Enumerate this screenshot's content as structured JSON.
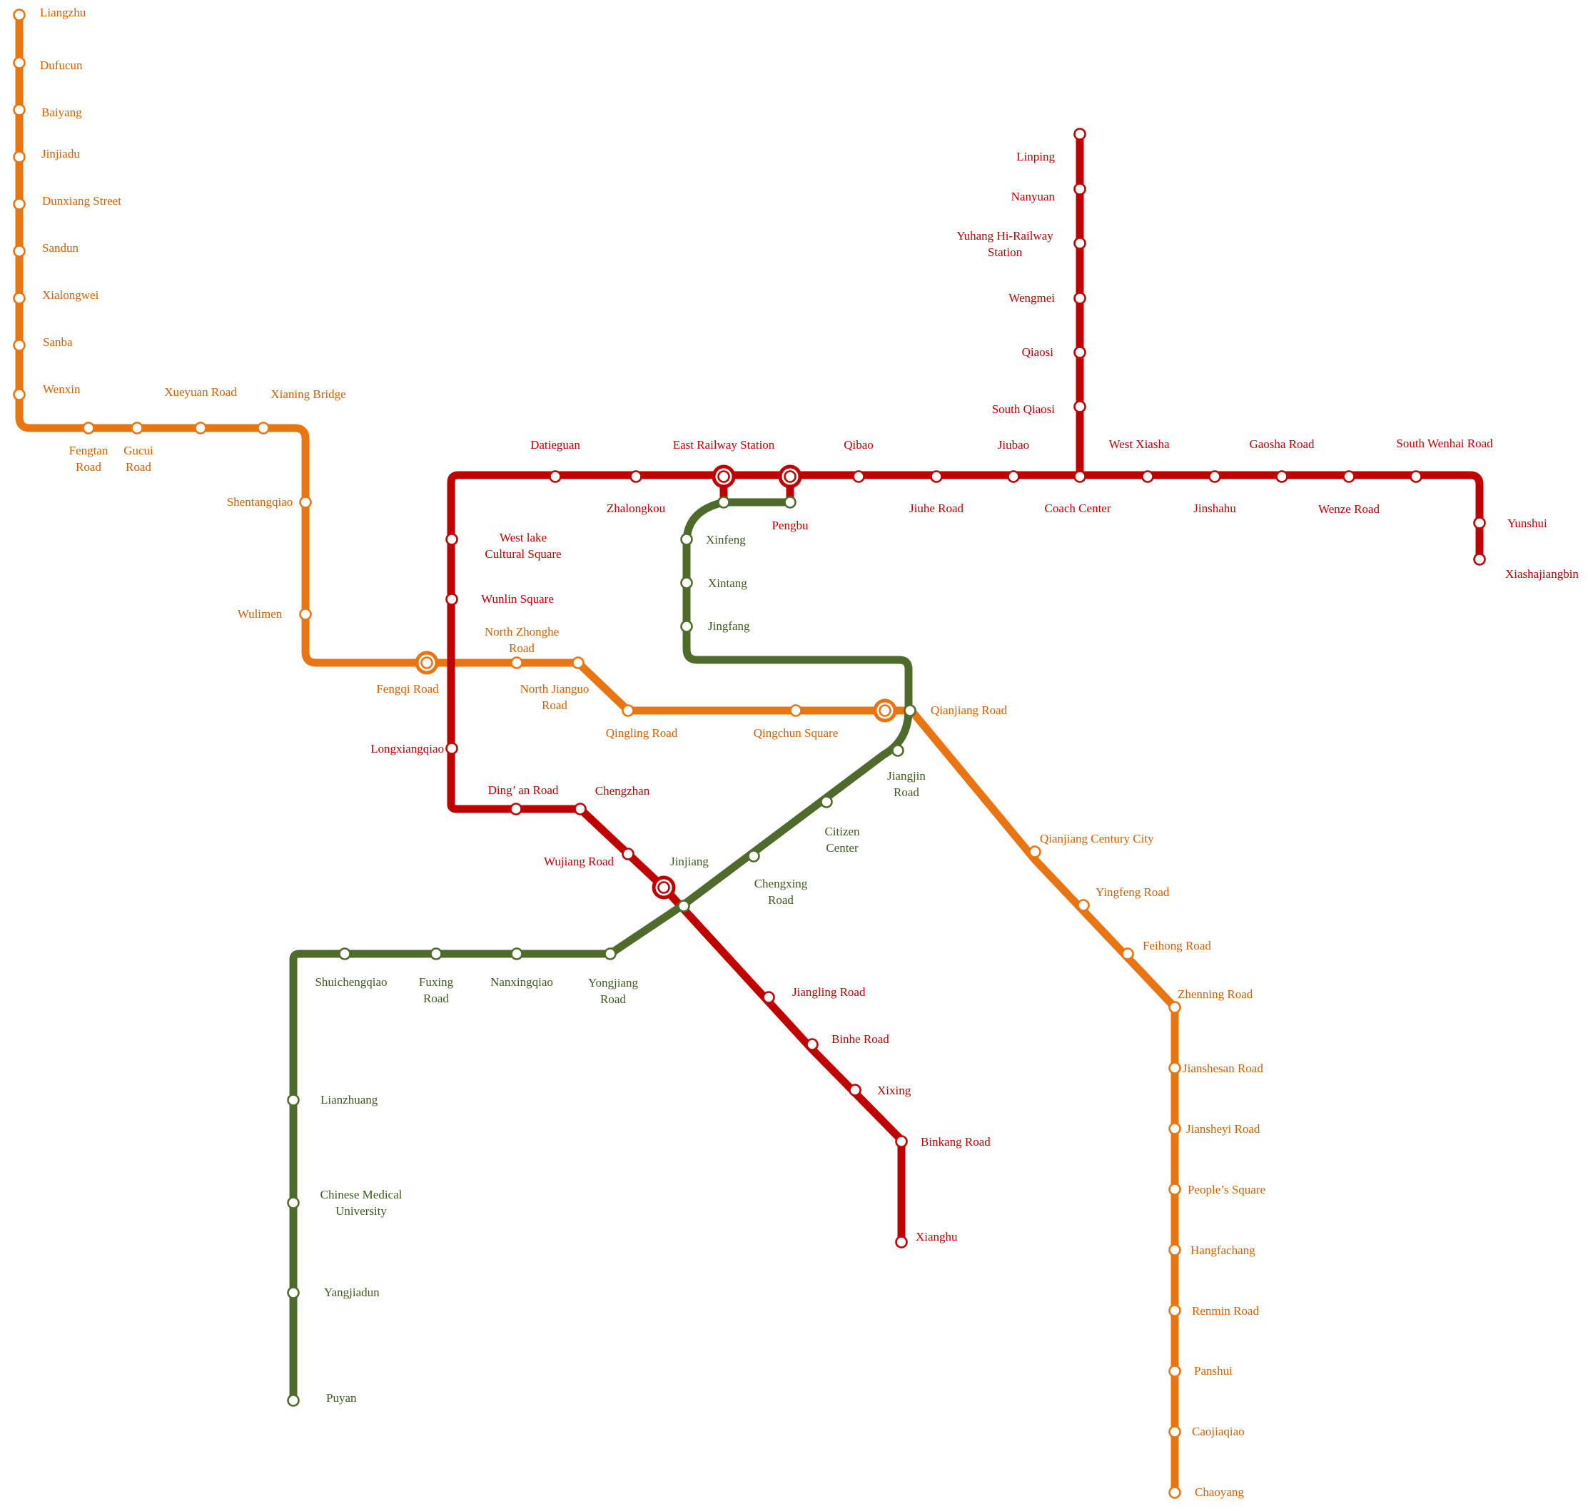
{
  "colors": {
    "line_red": "#c00000",
    "line_orange": "#e87511",
    "line_green": "#4f6b2c",
    "label_red": "#c00000",
    "label_orange": "#d45f00",
    "label_green": "#3d5a1e",
    "station_fill": "#ffffff"
  },
  "lines": [
    {
      "id": "red",
      "color": "#c00000"
    },
    {
      "id": "orange",
      "color": "#e87511"
    },
    {
      "id": "green",
      "color": "#4f6b2c"
    }
  ],
  "stations": {
    "liangzhu": [
      "Liangzhu"
    ],
    "dufucun": [
      "Dufucun"
    ],
    "baiyang": [
      "Baiyang"
    ],
    "jinjiadu": [
      "Jinjiadu"
    ],
    "dunxiang": [
      "Dunxiang Street"
    ],
    "sandun": [
      "Sandun"
    ],
    "xialongwei": [
      "Xialongwei"
    ],
    "sanba": [
      "Sanba"
    ],
    "wenxin": [
      "Wenxin"
    ],
    "fengtan": [
      "Fengtan",
      "Road"
    ],
    "gucui": [
      "Gucui",
      "Road"
    ],
    "xueyuan": [
      "Xueyuan Road"
    ],
    "xianing": [
      "Xianing Bridge"
    ],
    "shentangqiao": [
      "Shentangqiao"
    ],
    "wulimen": [
      "Wulimen"
    ],
    "fengqi": [
      "Fengqi Road"
    ],
    "north_zhonghe": [
      "North Zhonghe",
      "Road"
    ],
    "north_jianguo": [
      "North Jianguo",
      "Road"
    ],
    "qingling": [
      "Qingling Road"
    ],
    "qingchun": [
      "Qingchun Square"
    ],
    "qianjiang_road": [
      "Qianjiang Road"
    ],
    "qianjiang_century": [
      "Qianjiang Century City"
    ],
    "yingfeng": [
      "Yingfeng Road"
    ],
    "feihong": [
      "Feihong Road"
    ],
    "zhenning": [
      "Zhenning Road"
    ],
    "jianshesan": [
      "Jianshesan Road"
    ],
    "jiansheyi": [
      "Jiansheyi Road"
    ],
    "peoples_square": [
      "People’s Square"
    ],
    "hangfachang": [
      "Hangfachang"
    ],
    "renmin": [
      "Renmin Road"
    ],
    "panshui": [
      "Panshui"
    ],
    "caojiaqiao": [
      "Caojiaqiao"
    ],
    "chaoyang": [
      "Chaoyang"
    ],
    "linping": [
      "Linping"
    ],
    "nanyuan": [
      "Nanyuan"
    ],
    "yuhang": [
      "Yuhang Hi-Railway",
      "Station"
    ],
    "wengmei": [
      "Wengmei"
    ],
    "qiaosi": [
      "Qiaosi"
    ],
    "south_qiaosi": [
      "South Qiaosi"
    ],
    "datieguan": [
      "Datieguan"
    ],
    "zhalongkou": [
      "Zhalongkou"
    ],
    "east_railway": [
      "East Railway Station"
    ],
    "pengbu": [
      "Pengbu"
    ],
    "qibao": [
      "Qibao"
    ],
    "jiuhe": [
      "Jiuhe Road"
    ],
    "jiubao": [
      "Jiubao"
    ],
    "coach_center": [
      "Coach Center"
    ],
    "west_xiasha": [
      "West Xiasha"
    ],
    "jinshahu": [
      "Jinshahu"
    ],
    "gaosha": [
      "Gaosha Road"
    ],
    "wenze": [
      "Wenze Road"
    ],
    "south_wenhai": [
      "South Wenhai Road"
    ],
    "yunshui": [
      "Yunshui"
    ],
    "xiashajiangbin": [
      "Xiashajiangbin"
    ],
    "west_lake": [
      "West lake",
      "Cultural Square"
    ],
    "wulin": [
      "Wunlin Square"
    ],
    "longxiangqiao": [
      "Longxiangqiao"
    ],
    "dingan": [
      "Ding’ an Road"
    ],
    "chengzhan": [
      "Chengzhan"
    ],
    "wujiang": [
      "Wujiang Road"
    ],
    "jinjiang": [
      "Jinjiang"
    ],
    "jiangling": [
      "Jiangling Road"
    ],
    "binhe": [
      "Binhe Road"
    ],
    "xixing": [
      "Xixing"
    ],
    "binkang": [
      "Binkang Road"
    ],
    "xianghu": [
      "Xianghu"
    ],
    "xinfeng": [
      "Xinfeng"
    ],
    "xintang": [
      "Xintang"
    ],
    "jingfang": [
      "Jingfang"
    ],
    "jiangjin": [
      "Jiangjin",
      "Road"
    ],
    "citizen_center": [
      "Citizen",
      "Center"
    ],
    "chengxing": [
      "Chengxing",
      "Road"
    ],
    "yongjiang": [
      "Yongjiang",
      "Road"
    ],
    "nanxingqiao": [
      "Nanxingqiao"
    ],
    "fuxing": [
      "Fuxing",
      "Road"
    ],
    "shuichengqiao": [
      "Shuichengqiao"
    ],
    "lianzhuang": [
      "Lianzhuang"
    ],
    "chinese_medical": [
      "Chinese Medical",
      "University"
    ],
    "yangjiadun": [
      "Yangjiadun"
    ],
    "puyan": [
      "Puyan"
    ]
  }
}
